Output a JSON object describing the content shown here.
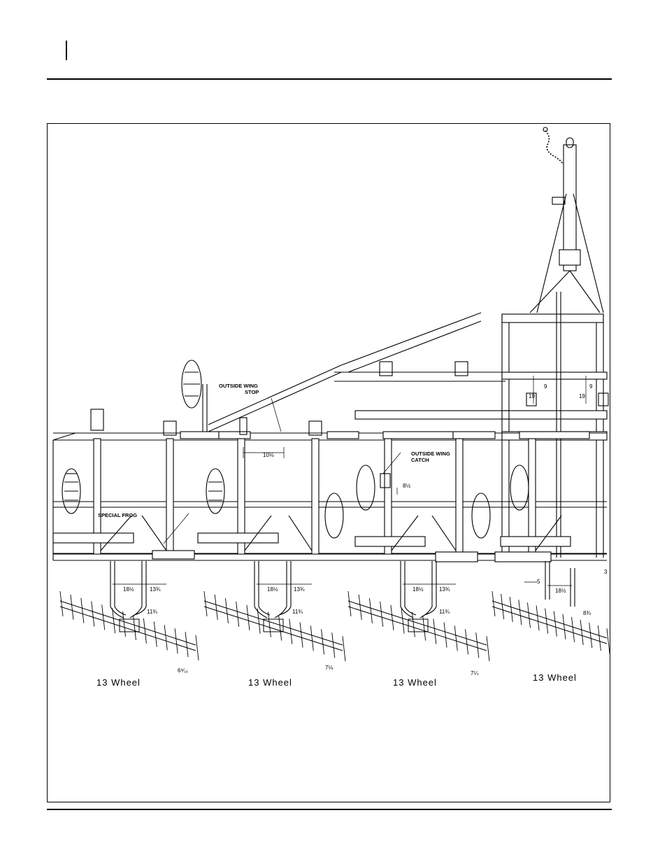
{
  "callouts": {
    "outside_wing_stop": [
      "OUTSIDE WING",
      "STOP"
    ],
    "outside_wing_catch": [
      "OUTSIDE WING",
      "CATCH"
    ],
    "special_frog": "SPECIAL FROG"
  },
  "wheel_labels": [
    "13  Wheel",
    "13  Wheel",
    "13  Wheel",
    "13  Wheel"
  ],
  "dimensions": {
    "stop_gap": "10⅛",
    "catch_gap": "8½",
    "shank_spacing": [
      "18½",
      "13¾",
      "18½",
      "13¾",
      "18½",
      "13¾",
      "18½"
    ],
    "shank_depth": [
      "11¾",
      "11¾",
      "11¾",
      "8¾"
    ],
    "wheel_offsets": [
      "6⁹⁄₁₆",
      "7⅛",
      "7¼"
    ],
    "frame_9": [
      "9",
      "9"
    ],
    "frame_19": [
      "19",
      "19"
    ],
    "offset_5": "5",
    "edge_ref": "3"
  }
}
